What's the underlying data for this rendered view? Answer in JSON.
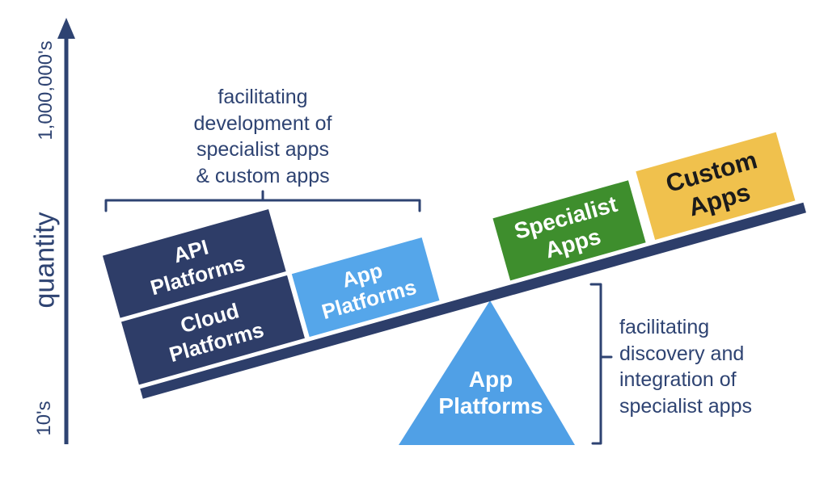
{
  "axis": {
    "title": "quantity",
    "top_tick_label": "1,000,000's",
    "bottom_tick_label": "10's",
    "color": "#2e4372"
  },
  "annotations": {
    "top_note": "facilitating\ndevelopment of\nspecialist apps\n& custom apps",
    "right_note": "facilitating\ndiscovery and\nintegration of\nspecialist apps",
    "bracket_color": "#2e4372"
  },
  "seesaw": {
    "beam_color": "#2d3e6a",
    "left_side_boxes": [
      {
        "label": "API\nPlatforms",
        "color": "#2e3d68",
        "text_color": "#ffffff"
      },
      {
        "label": "Cloud\nPlatforms",
        "color": "#2e3d68",
        "text_color": "#ffffff"
      },
      {
        "label": "App\nPlatforms",
        "color": "#55a6ea",
        "text_color": "#ffffff"
      }
    ],
    "right_side_boxes": [
      {
        "label": "Specialist\nApps",
        "color": "#3e8e2d",
        "text_color": "#ffffff"
      },
      {
        "label": "Custom\nApps",
        "color": "#f0c14d",
        "text_color": "#1b1b1b"
      }
    ],
    "fulcrum": {
      "label": "App\nPlatforms",
      "color": "#50a0e6",
      "text_color": "#ffffff"
    }
  }
}
